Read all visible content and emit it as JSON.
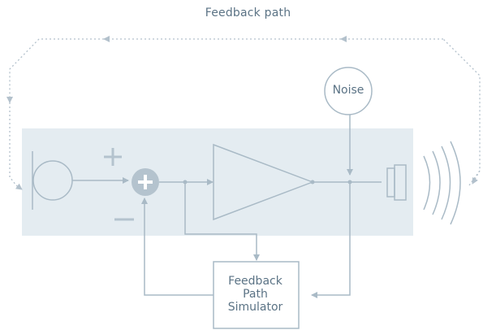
{
  "diagram": {
    "title": "Feedback path",
    "noise_label": "Noise",
    "simulator_label": [
      "Feedback",
      "Path",
      "Simulator"
    ],
    "colors": {
      "line": "#a9bac6",
      "dotted": "#b3c1cc",
      "band": "#e4ecf1",
      "text": "#5b7385",
      "sum_fill": "#b4c3ce"
    }
  }
}
